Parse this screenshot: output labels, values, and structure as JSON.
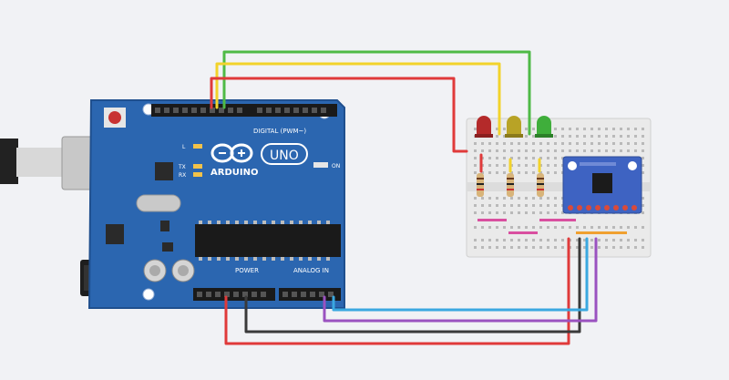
{
  "board": {
    "brand": "ARDUINO",
    "model": "UNO",
    "digital_label": "DIGITAL (PWM~)",
    "power_label": "POWER",
    "analog_label": "ANALOG IN",
    "led_l": "L",
    "led_tx": "TX",
    "led_rx": "RX",
    "led_on": "ON"
  },
  "colors": {
    "board_blue": "#2b66b0",
    "breadboard": "#eaeaea",
    "wire_red": "#e03a3a",
    "wire_yellow": "#f2d32b",
    "wire_green": "#4fba46",
    "wire_black": "#3a3a3a",
    "wire_purple": "#9a52c0",
    "wire_blue": "#3aa8e0",
    "led_red": "#b42a2a",
    "led_yellow": "#b8a326",
    "led_green": "#3fae3b",
    "sensor_blue": "#3e63c2"
  },
  "components": {
    "leds": [
      "red-led",
      "yellow-led",
      "green-led"
    ],
    "resistors": 3,
    "sensor_module": "accelerometer-module"
  }
}
